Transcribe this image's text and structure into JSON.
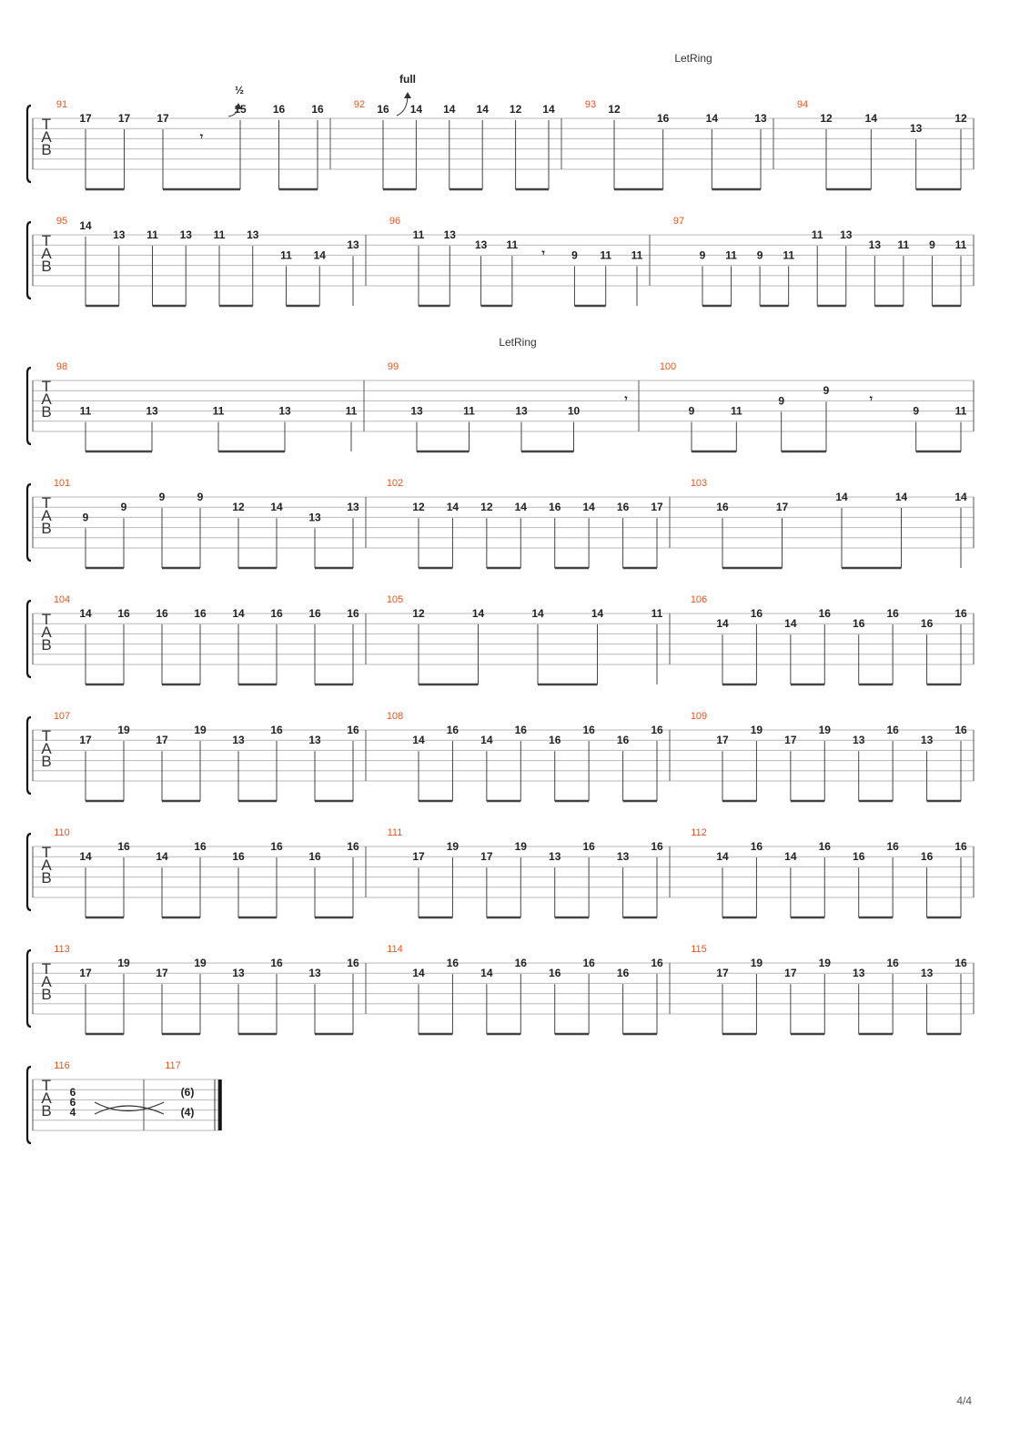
{
  "page_number": "4/4",
  "tab_label": [
    "T",
    "A",
    "B"
  ],
  "annotations": {
    "let_ring": "LetRing",
    "bend_full": "full",
    "bend_half": "½"
  },
  "systems": [
    {
      "measures": [
        {
          "number": "91",
          "notes": [
            [
              0,
              "17"
            ],
            [
              0,
              "17"
            ],
            [
              0,
              "17"
            ],
            [
              "r"
            ],
            [
              -1,
              "15"
            ],
            [
              -1,
              "16"
            ],
            [
              -1,
              "16"
            ]
          ]
        },
        {
          "number": "92",
          "notes": [
            [
              -1,
              "16"
            ],
            [
              -1,
              "14"
            ],
            [
              -1,
              "14"
            ],
            [
              -1,
              "14"
            ],
            [
              -1,
              "12"
            ],
            [
              -1,
              "14"
            ]
          ]
        },
        {
          "number": "93",
          "notes": [
            [
              -1,
              "12"
            ],
            [
              0,
              "16"
            ],
            [
              0,
              "14"
            ],
            [
              0,
              "13"
            ]
          ]
        },
        {
          "number": "94",
          "notes": [
            [
              0,
              "12"
            ],
            [
              0,
              "14"
            ],
            [
              1,
              "13"
            ],
            [
              0,
              "12"
            ]
          ]
        }
      ]
    },
    {
      "measures": [
        {
          "number": "95",
          "notes": [
            [
              -1,
              "14"
            ],
            [
              0,
              "13"
            ],
            [
              0,
              "11"
            ],
            [
              0,
              "13"
            ],
            [
              0,
              "11"
            ],
            [
              0,
              "13"
            ],
            [
              2,
              "11"
            ],
            [
              2,
              "14"
            ],
            [
              1,
              "13"
            ]
          ]
        },
        {
          "number": "96",
          "notes": [
            [
              0,
              "11"
            ],
            [
              0,
              "13"
            ],
            [
              1,
              "13"
            ],
            [
              1,
              "11"
            ],
            [
              "r"
            ],
            [
              2,
              "9"
            ],
            [
              2,
              "11"
            ],
            [
              2,
              "11"
            ]
          ]
        },
        {
          "number": "97",
          "notes": [
            [
              2,
              "9"
            ],
            [
              2,
              "11"
            ],
            [
              2,
              "9"
            ],
            [
              2,
              "11"
            ],
            [
              0,
              "11"
            ],
            [
              0,
              "13"
            ],
            [
              1,
              "13"
            ],
            [
              1,
              "11"
            ],
            [
              1,
              "9"
            ],
            [
              1,
              "11"
            ]
          ]
        }
      ]
    },
    {
      "measures": [
        {
          "number": "98",
          "notes": [
            [
              3,
              "11"
            ],
            [
              3,
              "13"
            ],
            [
              3,
              "11"
            ],
            [
              3,
              "13"
            ],
            [
              3,
              "11"
            ]
          ]
        },
        {
          "number": "99",
          "notes": [
            [
              3,
              "13"
            ],
            [
              3,
              "11"
            ],
            [
              3,
              "13"
            ],
            [
              3,
              "10"
            ],
            [
              "r"
            ]
          ]
        },
        {
          "number": "100",
          "notes": [
            [
              3,
              "9"
            ],
            [
              3,
              "11"
            ],
            [
              2,
              "9"
            ],
            [
              1,
              "9"
            ],
            [
              "r"
            ],
            [
              3,
              "9"
            ],
            [
              3,
              "11"
            ]
          ]
        }
      ]
    },
    {
      "measures": [
        {
          "number": "101",
          "notes": [
            [
              2,
              "9"
            ],
            [
              1,
              "9"
            ],
            [
              0,
              "9"
            ],
            [
              0,
              "9"
            ],
            [
              1,
              "12"
            ],
            [
              1,
              "14"
            ],
            [
              2,
              "13"
            ],
            [
              1,
              "13"
            ]
          ]
        },
        {
          "number": "102",
          "notes": [
            [
              1,
              "12"
            ],
            [
              1,
              "14"
            ],
            [
              1,
              "12"
            ],
            [
              1,
              "14"
            ],
            [
              1,
              "16"
            ],
            [
              1,
              "14"
            ],
            [
              1,
              "16"
            ],
            [
              1,
              "17"
            ]
          ]
        },
        {
          "number": "103",
          "notes": [
            [
              1,
              "16"
            ],
            [
              1,
              "17"
            ],
            [
              0,
              "14"
            ],
            [
              0,
              "14"
            ],
            [
              0,
              "14"
            ]
          ]
        }
      ]
    },
    {
      "measures": [
        {
          "number": "104",
          "notes": [
            [
              0,
              "14"
            ],
            [
              0,
              "16"
            ],
            [
              0,
              "16"
            ],
            [
              0,
              "16"
            ],
            [
              0,
              "14"
            ],
            [
              0,
              "16"
            ],
            [
              0,
              "16"
            ],
            [
              0,
              "16"
            ]
          ]
        },
        {
          "number": "105",
          "notes": [
            [
              0,
              "12"
            ],
            [
              0,
              "14"
            ],
            [
              0,
              "14"
            ],
            [
              0,
              "14"
            ],
            [
              0,
              "11"
            ]
          ]
        },
        {
          "number": "106",
          "notes": [
            [
              1,
              "14"
            ],
            [
              0,
              "16"
            ],
            [
              1,
              "14"
            ],
            [
              0,
              "16"
            ],
            [
              1,
              "16"
            ],
            [
              0,
              "16"
            ],
            [
              1,
              "16"
            ],
            [
              0,
              "16"
            ]
          ]
        }
      ]
    },
    {
      "measures": [
        {
          "number": "107",
          "notes": [
            [
              1,
              "17"
            ],
            [
              0,
              "19"
            ],
            [
              1,
              "17"
            ],
            [
              0,
              "19"
            ],
            [
              1,
              "13"
            ],
            [
              0,
              "16"
            ],
            [
              1,
              "13"
            ],
            [
              0,
              "16"
            ]
          ]
        },
        {
          "number": "108",
          "notes": [
            [
              1,
              "14"
            ],
            [
              0,
              "16"
            ],
            [
              1,
              "14"
            ],
            [
              0,
              "16"
            ],
            [
              1,
              "16"
            ],
            [
              0,
              "16"
            ],
            [
              1,
              "16"
            ],
            [
              0,
              "16"
            ]
          ]
        },
        {
          "number": "109",
          "notes": [
            [
              1,
              "17"
            ],
            [
              0,
              "19"
            ],
            [
              1,
              "17"
            ],
            [
              0,
              "19"
            ],
            [
              1,
              "13"
            ],
            [
              0,
              "16"
            ],
            [
              1,
              "13"
            ],
            [
              0,
              "16"
            ]
          ]
        }
      ]
    },
    {
      "measures": [
        {
          "number": "110",
          "notes": [
            [
              1,
              "14"
            ],
            [
              0,
              "16"
            ],
            [
              1,
              "14"
            ],
            [
              0,
              "16"
            ],
            [
              1,
              "16"
            ],
            [
              0,
              "16"
            ],
            [
              1,
              "16"
            ],
            [
              0,
              "16"
            ]
          ]
        },
        {
          "number": "111",
          "notes": [
            [
              1,
              "17"
            ],
            [
              0,
              "19"
            ],
            [
              1,
              "17"
            ],
            [
              0,
              "19"
            ],
            [
              1,
              "13"
            ],
            [
              0,
              "16"
            ],
            [
              1,
              "13"
            ],
            [
              0,
              "16"
            ]
          ]
        },
        {
          "number": "112",
          "notes": [
            [
              1,
              "14"
            ],
            [
              0,
              "16"
            ],
            [
              1,
              "14"
            ],
            [
              0,
              "16"
            ],
            [
              1,
              "16"
            ],
            [
              0,
              "16"
            ],
            [
              1,
              "16"
            ],
            [
              0,
              "16"
            ]
          ]
        }
      ]
    },
    {
      "measures": [
        {
          "number": "113",
          "notes": [
            [
              1,
              "17"
            ],
            [
              0,
              "19"
            ],
            [
              1,
              "17"
            ],
            [
              0,
              "19"
            ],
            [
              1,
              "13"
            ],
            [
              0,
              "16"
            ],
            [
              1,
              "13"
            ],
            [
              0,
              "16"
            ]
          ]
        },
        {
          "number": "114",
          "notes": [
            [
              1,
              "14"
            ],
            [
              0,
              "16"
            ],
            [
              1,
              "14"
            ],
            [
              0,
              "16"
            ],
            [
              1,
              "16"
            ],
            [
              0,
              "16"
            ],
            [
              1,
              "16"
            ],
            [
              0,
              "16"
            ]
          ]
        },
        {
          "number": "115",
          "notes": [
            [
              1,
              "17"
            ],
            [
              0,
              "19"
            ],
            [
              1,
              "17"
            ],
            [
              0,
              "19"
            ],
            [
              1,
              "13"
            ],
            [
              0,
              "16"
            ],
            [
              1,
              "13"
            ],
            [
              0,
              "16"
            ]
          ]
        }
      ]
    },
    {
      "measures": [
        {
          "number": "116",
          "notes": [
            [
              "c",
              [
                "6",
                "6",
                "4"
              ]
            ]
          ]
        },
        {
          "number": "117",
          "notes": [
            [
              "c",
              [
                "(6)",
                "(4)"
              ]
            ]
          ]
        }
      ]
    }
  ]
}
